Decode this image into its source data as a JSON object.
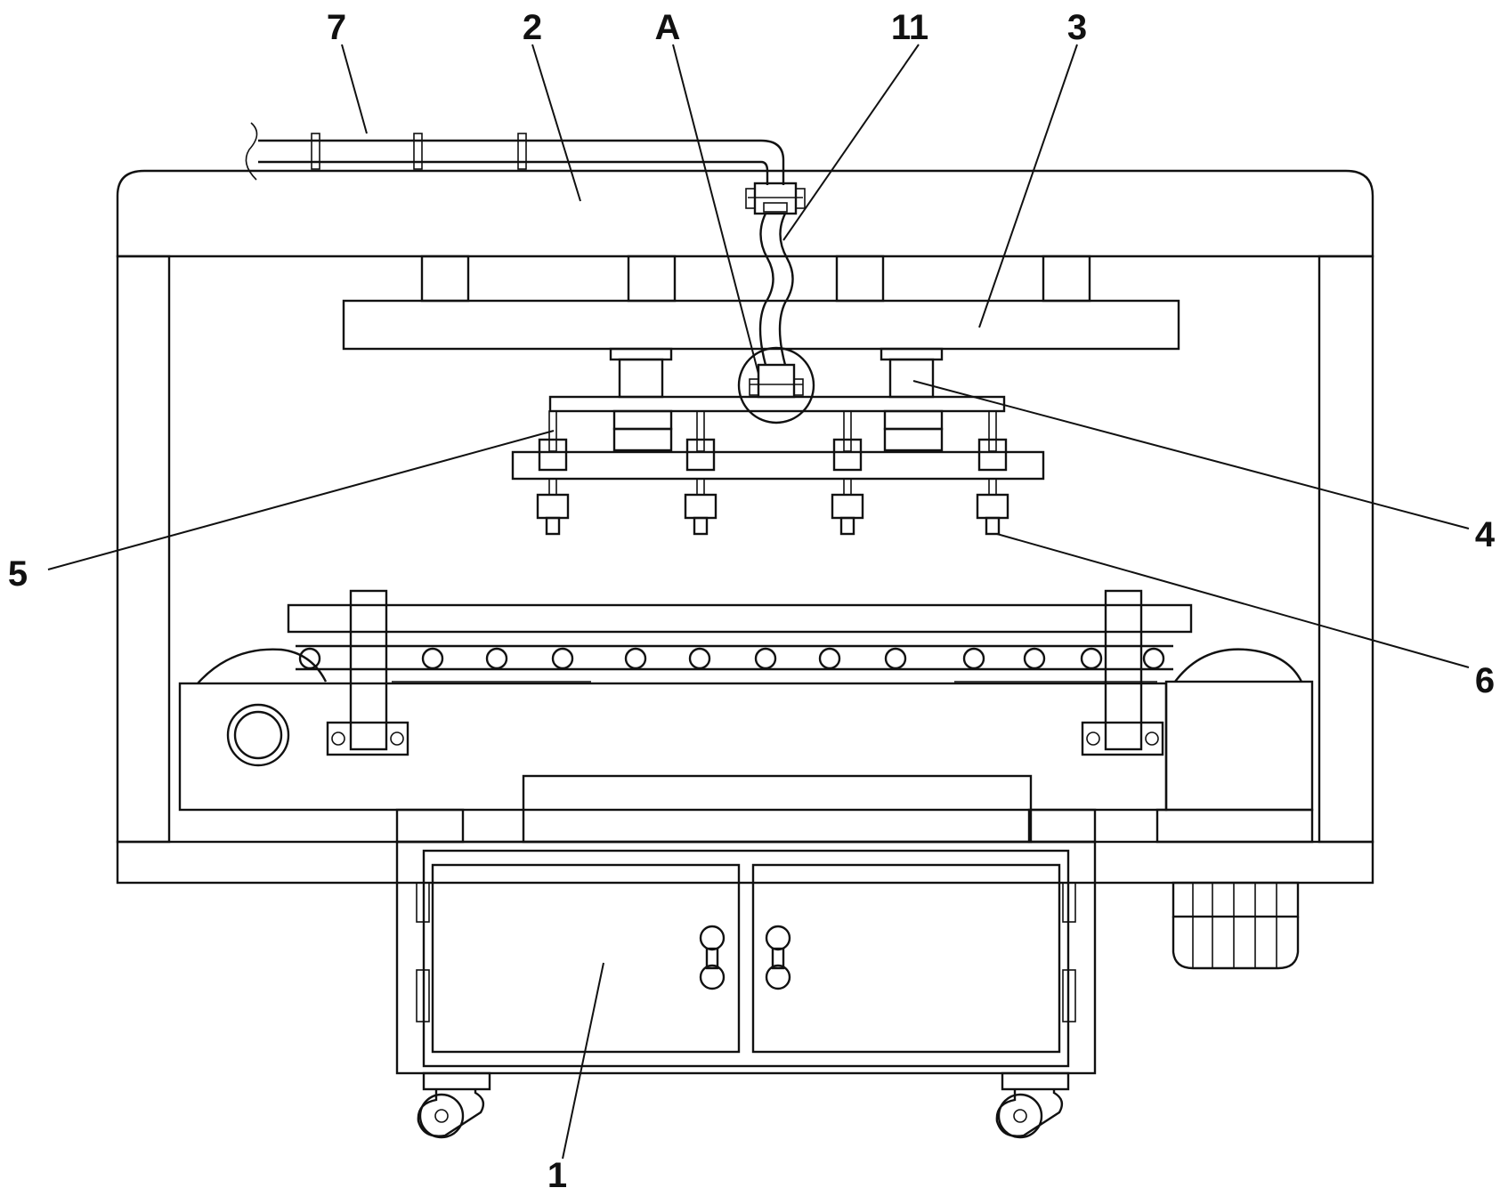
{
  "labels": {
    "l7": "7",
    "l2": "2",
    "lA": "A",
    "l11": "11",
    "l3": "3",
    "l4": "4",
    "l5": "5",
    "l6": "6",
    "l1": "1"
  },
  "colors": {
    "line": "#111111",
    "background": "#ffffff"
  }
}
